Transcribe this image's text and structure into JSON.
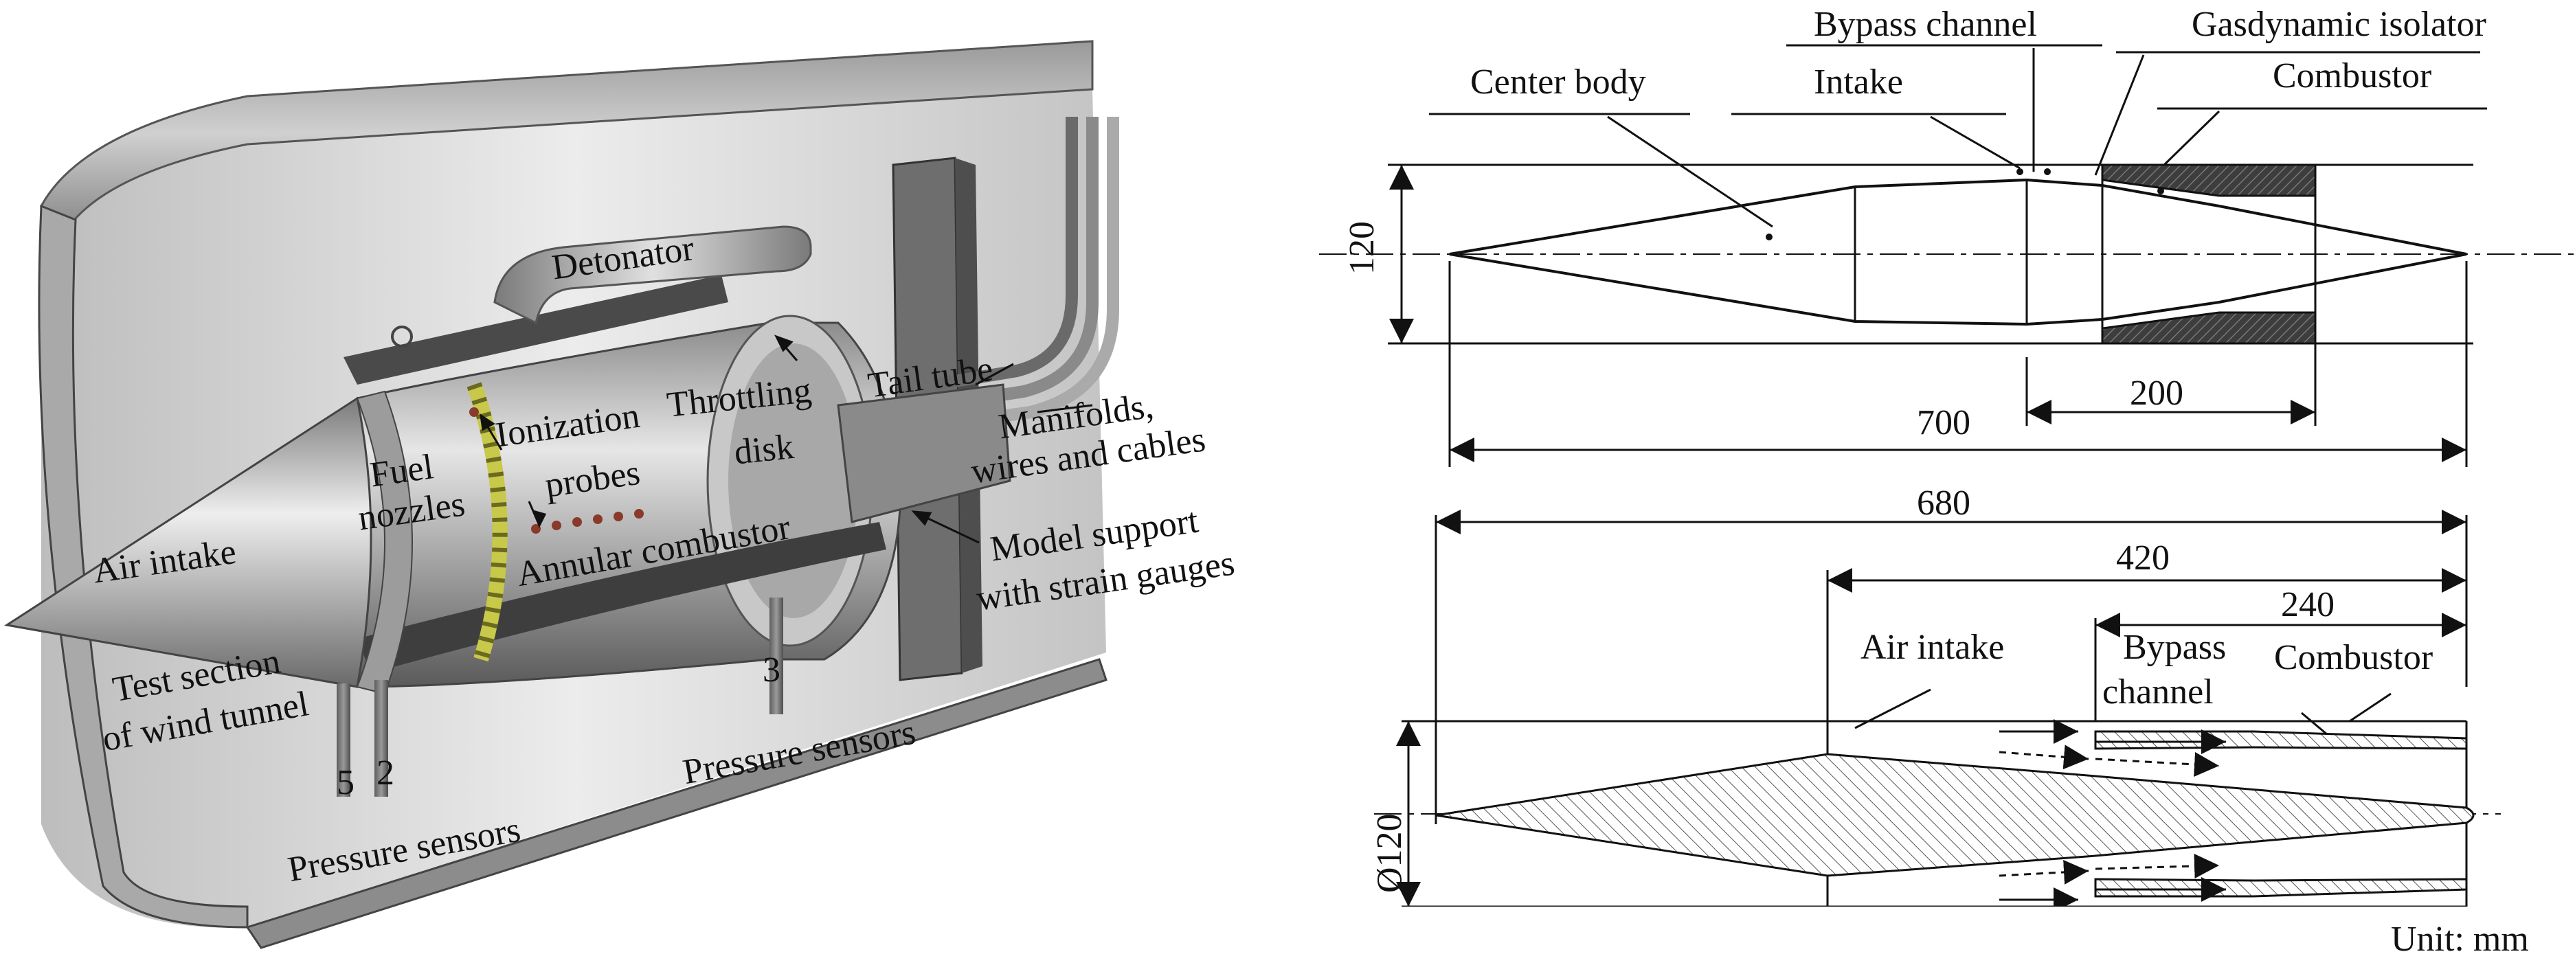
{
  "left_figure": {
    "labels": {
      "detonator": "Detonator",
      "throttling_1": "Throttling",
      "throttling_2": "disk",
      "tail_tube": "Tail tube",
      "manifolds_1": "Manifolds,",
      "manifolds_2": "wires and cables",
      "model_support_1": "Model support",
      "model_support_2": "with strain gauges",
      "ionization_1": "Ionization",
      "ionization_2": "probes",
      "fuel_1": "Fuel",
      "fuel_2": "nozzles",
      "annular_combustor": "Annular combustor",
      "air_intake": "Air intake",
      "test_section_1": "Test section",
      "test_section_2": "of wind tunnel",
      "pressure_sensors_a": "Pressure sensors",
      "pressure_sensors_b": "Pressure sensors",
      "sensor_5": "5",
      "sensor_2": "2",
      "sensor_3": "3"
    }
  },
  "top_right_figure": {
    "labels": {
      "bypass_channel": "Bypass channel",
      "gasdynamic_isolator": "Gasdynamic isolator",
      "center_body": "Center body",
      "intake": "Intake",
      "combustor": "Combustor"
    },
    "dimensions": {
      "height": "120",
      "length_combustor": "200",
      "length_total": "700"
    }
  },
  "bottom_right_figure": {
    "labels": {
      "air_intake": "Air intake",
      "bypass_channel_1": "Bypass",
      "bypass_channel_2": "channel",
      "combustor": "Combustor"
    },
    "dimensions": {
      "length_total": "680",
      "length_mid": "420",
      "length_short": "240",
      "diameter": "Ø120"
    }
  },
  "unit_note": "Unit: mm",
  "colors": {
    "metal_light": "#d9d9d9",
    "metal_dark": "#6f6f6f",
    "combustor_hatch": "#3d3d3d",
    "fuel_ring": "#c8c84a",
    "line": "#111111"
  }
}
